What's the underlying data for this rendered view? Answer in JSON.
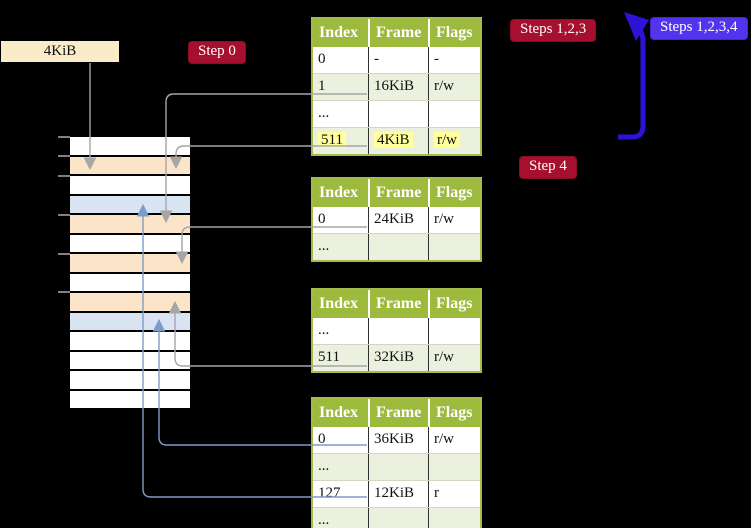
{
  "frame_size_label": "4KiB",
  "badges": {
    "step0": {
      "label": "Step 0",
      "bg": "#a60f2e"
    },
    "steps123": {
      "label": "Steps 1,2,3",
      "bg": "#a60f2e"
    },
    "steps1234": {
      "label": "Steps 1,2,3,4",
      "bg": "#5433ee"
    },
    "step4": {
      "label": "Step 4",
      "bg": "#a60f2e"
    }
  },
  "physical_memory": {
    "rows": [
      {
        "fill": "white"
      },
      {
        "fill": "peach"
      },
      {
        "fill": "white"
      },
      {
        "fill": "blue"
      },
      {
        "fill": "peach"
      },
      {
        "fill": "white"
      },
      {
        "fill": "peach"
      },
      {
        "fill": "white"
      },
      {
        "fill": "peach"
      },
      {
        "fill": "blue"
      },
      {
        "fill": "white"
      },
      {
        "fill": "white"
      },
      {
        "fill": "white"
      },
      {
        "fill": "white"
      }
    ],
    "tick_count": 6
  },
  "page_tables": [
    {
      "headers": [
        "Index",
        "Frame",
        "Flags"
      ],
      "rows": [
        {
          "index": "0",
          "frame": "-",
          "flags": "-",
          "highlight": false
        },
        {
          "index": "1",
          "frame": "16KiB",
          "flags": "r/w",
          "highlight": false
        },
        {
          "index": "...",
          "frame": "",
          "flags": "",
          "highlight": false
        },
        {
          "index": "511",
          "frame": "4KiB",
          "flags": "r/w",
          "highlight": true
        }
      ]
    },
    {
      "headers": [
        "Index",
        "Frame",
        "Flags"
      ],
      "rows": [
        {
          "index": "0",
          "frame": "24KiB",
          "flags": "r/w",
          "highlight": false
        },
        {
          "index": "...",
          "frame": "",
          "flags": "",
          "highlight": false
        }
      ]
    },
    {
      "headers": [
        "Index",
        "Frame",
        "Flags"
      ],
      "rows": [
        {
          "index": "...",
          "frame": "",
          "flags": "",
          "highlight": false
        },
        {
          "index": "511",
          "frame": "32KiB",
          "flags": "r/w",
          "highlight": false
        }
      ]
    },
    {
      "headers": [
        "Index",
        "Frame",
        "Flags"
      ],
      "rows": [
        {
          "index": "0",
          "frame": "36KiB",
          "flags": "r/w",
          "highlight": false
        },
        {
          "index": "...",
          "frame": "",
          "flags": "",
          "highlight": false
        },
        {
          "index": "127",
          "frame": "12KiB",
          "flags": "r",
          "highlight": false
        },
        {
          "index": "...",
          "frame": "",
          "flags": "",
          "highlight": false
        }
      ]
    }
  ],
  "colors": {
    "background": "#000000",
    "table_header_bg": "#9cbb3d",
    "table_border": "#a3bd4b",
    "table_row_alt_bg": "#ebf1de",
    "highlight_bg": "#ffff9c",
    "frame_free": "#ffffff",
    "frame_peach": "#fce4c8",
    "frame_blue": "#d9e4f2",
    "connector_gray": "#a6a6a6",
    "connector_blue": "#7e9cc9",
    "big_arrow_blue": "#2c13d6",
    "badge_red": "#a60f2e",
    "badge_blue": "#5433ee",
    "label_bg": "#faecc9"
  }
}
